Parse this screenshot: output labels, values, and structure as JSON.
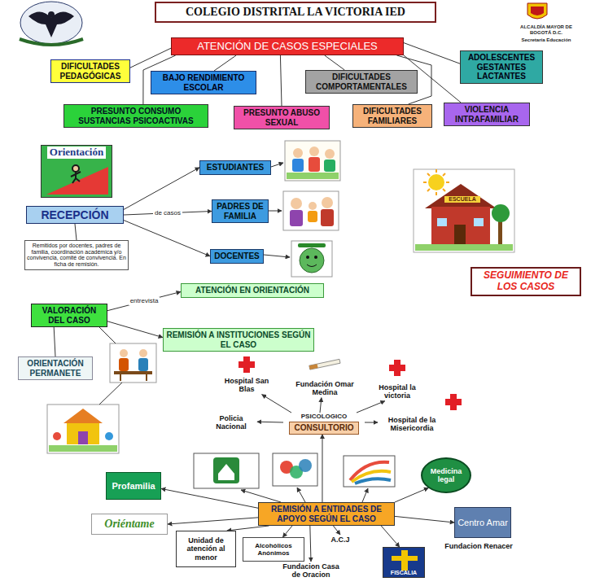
{
  "diagram": {
    "title": "COLEGIO DISTRITAL LA VICTORIA IED",
    "nodes": [
      {
        "text": [
          "ATENCIÓN DE CASOS ESPECIALES"
        ]
      },
      {
        "text": [
          "DIFICULTADES PEDAGÓGICAS"
        ]
      },
      {
        "text": [
          "BAJO RENDIMIENTO ESCOLAR"
        ]
      },
      {
        "text": [
          "DIFICULTADES COMPORTAMENTALES"
        ]
      },
      {
        "text": [
          "ADOLESCENTES GESTANTES LACTANTES"
        ]
      },
      {
        "text": [
          "PRESUNTO CONSUMO SUSTANCIAS PSICOACTIVAS"
        ]
      },
      {
        "text": [
          "PRESUNTO ABUSO SEXUAL"
        ]
      },
      {
        "text": [
          "DIFICULTADES FAMILIARES"
        ]
      },
      {
        "text": [
          "VIOLENCIA INTRAFAMILIAR"
        ]
      },
      {
        "text": [
          "Orientación"
        ]
      },
      {
        "text": [
          "RECEPCIÓN"
        ]
      },
      {
        "text": [
          "ESTUDIANTES"
        ]
      },
      {
        "text": [
          "PADRES DE FAMILIA"
        ]
      },
      {
        "text": [
          "DOCENTES"
        ]
      },
      {
        "text": [
          "Remitidos por docentes, padres de familia, coordinación académica y/o convivencia, comité de convivencia. En ficha de remisión."
        ]
      },
      {
        "text": [
          "SEGUIMIENTO DE LOS CASOS"
        ]
      },
      {
        "text": [
          "ATENCIÓN EN ORIENTACIÓN"
        ]
      },
      {
        "text": [
          "VALORACIÓN DEL CASO"
        ]
      },
      {
        "text": [
          "REMISIÓN A INSTITUCIONES SEGÚN EL CASO"
        ]
      },
      {
        "text": [
          "ORIENTACIÓN PERMANETE"
        ]
      },
      {
        "text": [
          "Hospital San Blas"
        ]
      },
      {
        "text": [
          "Fundación Omar Medina"
        ]
      },
      {
        "text": [
          "Hospital la victoria"
        ]
      },
      {
        "text": [
          "Policia Nacional"
        ]
      },
      {
        "text": [
          "PSICOLOGICO",
          "CONSULTORIO"
        ]
      },
      {
        "text": [
          "Hospital de la Misericordia"
        ]
      },
      {
        "text": [
          "Medicina legal"
        ]
      },
      {
        "text": [
          "Profamilia"
        ]
      },
      {
        "text": [
          "REMISIÓN A ENTIDADES DE APOYO SEGÚN EL CASO"
        ]
      },
      {
        "text": [
          "Oriéntame"
        ]
      },
      {
        "text": [
          "Centro Amar"
        ]
      },
      {
        "text": [
          "Unidad de atención al menor"
        ]
      },
      {
        "text": [
          "Alcohólicos Anónimos"
        ]
      },
      {
        "text": [
          "A.C.J"
        ]
      },
      {
        "text": [
          "FISCALIA"
        ]
      },
      {
        "text": [
          "Fundacion Casa de Oracion"
        ]
      }
    ],
    "edges": [
      {
        "from": 0,
        "to": 1,
        "arrow": "none"
      },
      {
        "from": 0,
        "to": 2,
        "arrow": "none"
      },
      {
        "from": 0,
        "to": 3,
        "arrow": "none"
      },
      {
        "from": 0,
        "to": 4,
        "arrow": "none"
      },
      {
        "from": 0,
        "to": 5,
        "arrow": "none"
      },
      {
        "from": 0,
        "to": 6,
        "arrow": "none"
      },
      {
        "from": 0,
        "to": 7,
        "arrow": "none"
      },
      {
        "from": 0,
        "to": 8,
        "arrow": "none"
      },
      {
        "from": 10,
        "to": 11,
        "arrow": "to"
      },
      {
        "from": 10,
        "to": 12,
        "label": "de casos",
        "arrow": "to"
      },
      {
        "from": 10,
        "to": 13,
        "arrow": "to"
      },
      {
        "from": 10,
        "to": 14,
        "arrow": "none"
      },
      {
        "from": 17,
        "to": 16,
        "label": "entrevista",
        "arrow": "to"
      },
      {
        "from": 17,
        "to": 18,
        "arrow": "to"
      },
      {
        "from": 17,
        "to": 19,
        "arrow": "none"
      },
      {
        "from": 24,
        "to": 20,
        "arrow": "to"
      },
      {
        "from": 24,
        "to": 21,
        "arrow": "to"
      },
      {
        "from": 24,
        "to": 22,
        "arrow": "to"
      },
      {
        "from": 24,
        "to": 23,
        "arrow": "to"
      },
      {
        "from": 24,
        "to": 25,
        "arrow": "to"
      },
      {
        "from": 28,
        "to": 24,
        "arrow": "to"
      },
      {
        "from": 28,
        "to": 26,
        "arrow": "to"
      },
      {
        "from": 28,
        "to": 27,
        "arrow": "to"
      },
      {
        "from": 28,
        "to": 29,
        "arrow": "to"
      },
      {
        "from": 28,
        "to": 30,
        "arrow": "to"
      },
      {
        "from": 28,
        "to": 31,
        "arrow": "to"
      },
      {
        "from": 28,
        "to": 32,
        "arrow": "to"
      },
      {
        "from": 28,
        "to": 33,
        "arrow": "to"
      },
      {
        "from": 28,
        "to": 34,
        "arrow": "to"
      },
      {
        "from": 28,
        "to": 35,
        "arrow": "to"
      }
    ],
    "labels": [
      "ALCALDÍA MAYOR DE BOGOTÁ D.C.",
      "Secretaría Educación",
      "ESCUELA",
      "Fundacion Renacer"
    ]
  }
}
